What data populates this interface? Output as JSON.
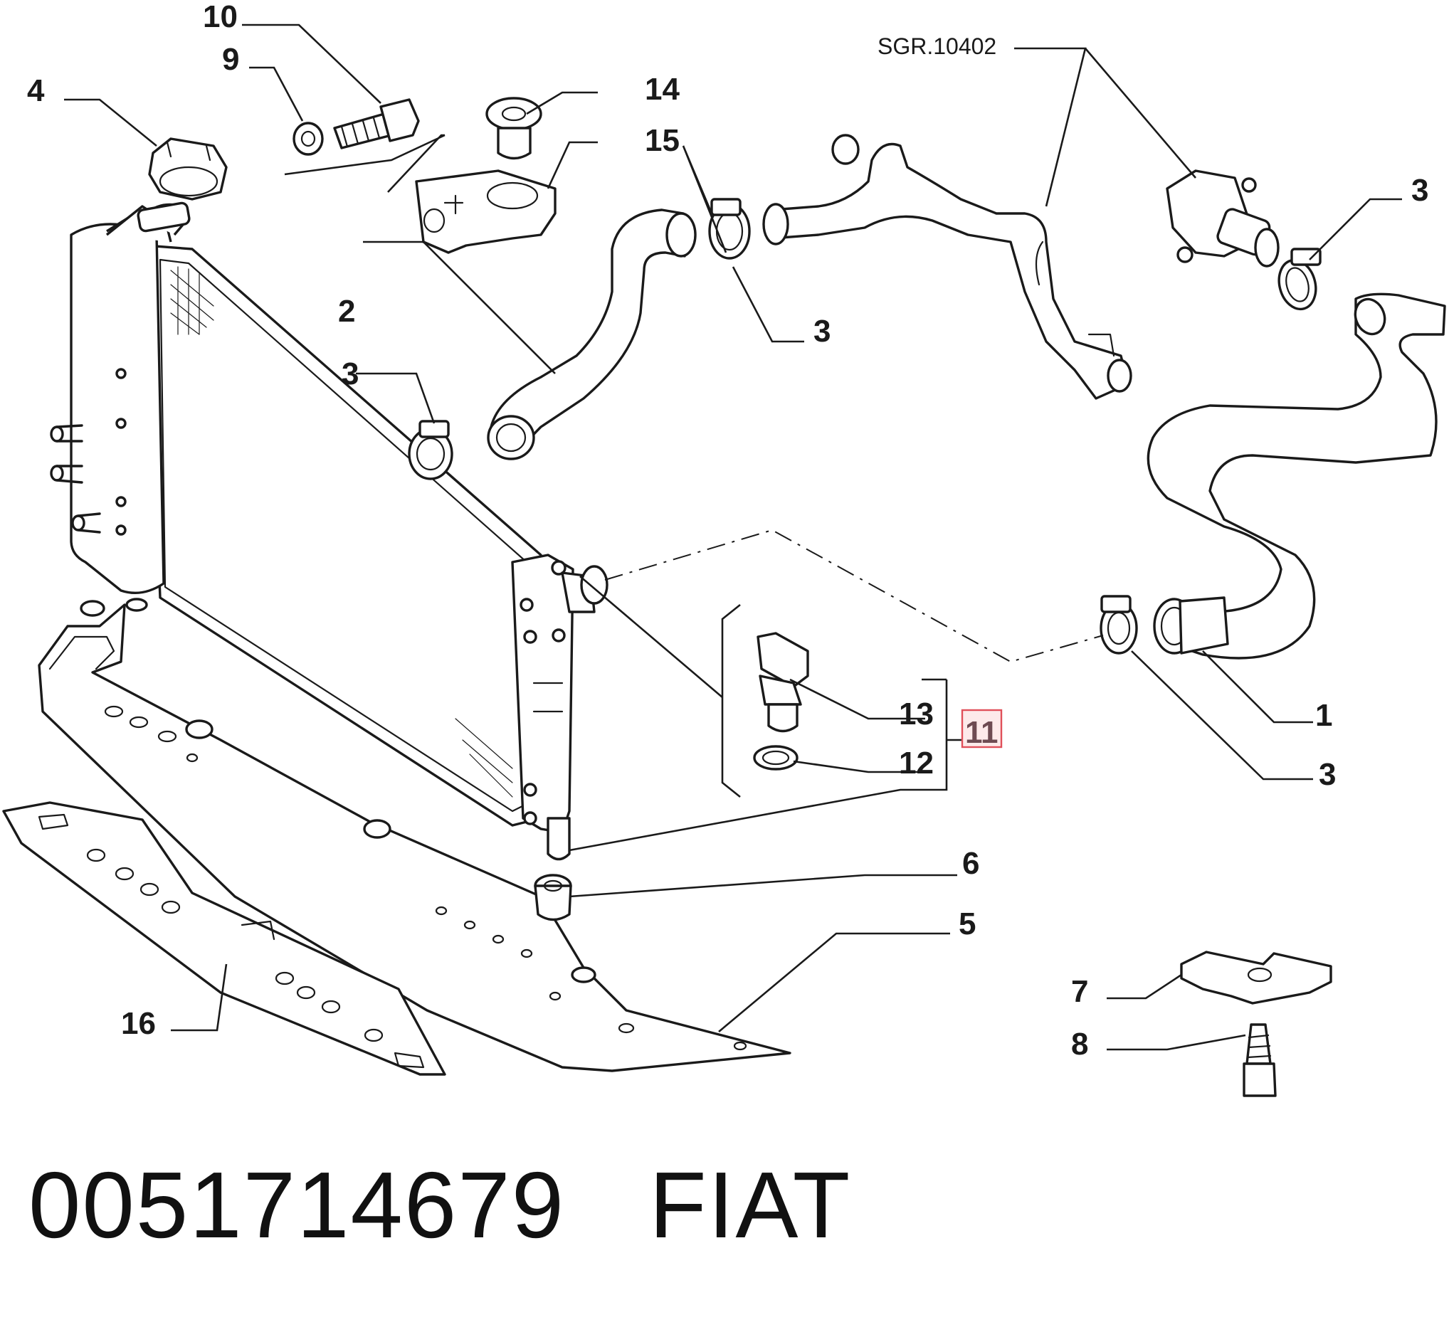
{
  "diagram": {
    "callouts": [
      {
        "id": "c1",
        "label": "1"
      },
      {
        "id": "c2",
        "label": "2"
      },
      {
        "id": "c3a",
        "label": "3"
      },
      {
        "id": "c3b",
        "label": "3"
      },
      {
        "id": "c3c",
        "label": "3"
      },
      {
        "id": "c3d",
        "label": "3"
      },
      {
        "id": "c4",
        "label": "4"
      },
      {
        "id": "c5",
        "label": "5"
      },
      {
        "id": "c6",
        "label": "6"
      },
      {
        "id": "c7",
        "label": "7"
      },
      {
        "id": "c8",
        "label": "8"
      },
      {
        "id": "c9",
        "label": "9"
      },
      {
        "id": "c10",
        "label": "10"
      },
      {
        "id": "c12",
        "label": "12"
      },
      {
        "id": "c13",
        "label": "13"
      },
      {
        "id": "c14",
        "label": "14"
      },
      {
        "id": "c15",
        "label": "15"
      },
      {
        "id": "c16",
        "label": "16"
      }
    ],
    "highlighted_callout": "11",
    "group_reference": "SGR.10402"
  },
  "footer": {
    "part_number": "0051714679",
    "brand": "FIAT"
  },
  "colors": {
    "line": "#1a1a1a",
    "highlight_border": "#e0505a",
    "highlight_fill": "#fdeaea",
    "highlight_text": "#6e4b52"
  }
}
